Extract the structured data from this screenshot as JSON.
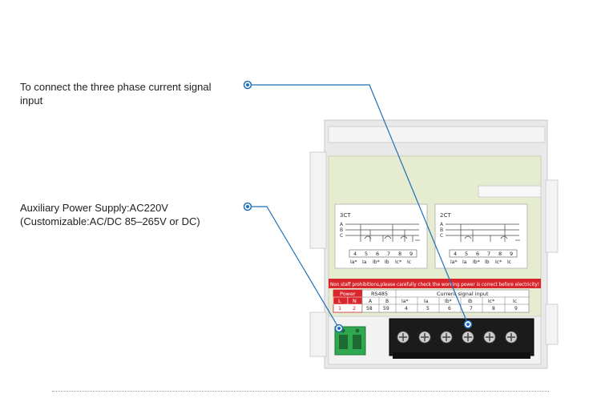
{
  "annotations": {
    "current_signal": {
      "line1": "To connect the three phase current signal",
      "line2": "input"
    },
    "power_supply": {
      "line1": "Auxiliary Power Supply:AC220V",
      "line2": "(Customizable:AC/DC 85–265V or DC)"
    }
  },
  "panel": {
    "diagram_3ct": {
      "title": "3CT",
      "phases": [
        "A",
        "B",
        "C"
      ],
      "terminals": [
        "4",
        "5",
        "6",
        "7",
        "8",
        "9"
      ],
      "labels": [
        "Ia*",
        "Ia",
        "Ib*",
        "Ib",
        "Ic*",
        "Ic"
      ]
    },
    "diagram_2ct": {
      "title": "2CT",
      "phases": [
        "A",
        "B",
        "C"
      ],
      "terminals": [
        "4",
        "5",
        "6",
        "7",
        "8",
        "9"
      ],
      "labels": [
        "Ia*",
        "Ia",
        "Ib*",
        "Ib",
        "Ic*",
        "Ic"
      ]
    },
    "warning": "Non staff prohibitions,please carefully check the working power is correct before electricity!",
    "table": {
      "power_header": "Power",
      "power_cols": [
        "L",
        "N"
      ],
      "power_nums": [
        "1",
        "2"
      ],
      "rs485_header": "RS485",
      "rs485_cols": [
        "A",
        "B"
      ],
      "rs485_nums": [
        "58",
        "59"
      ],
      "current_header": "Current signal input",
      "current_cols": [
        "Ia*",
        "Ia",
        "Ib*",
        "Ib",
        "Ic*",
        "Ic"
      ],
      "current_nums": [
        "4",
        "5",
        "6",
        "7",
        "8",
        "9"
      ]
    }
  },
  "colors": {
    "leader_line": "#1e6fb8",
    "warning_bg": "#d9262c",
    "terminal_green": "#2fa84f",
    "label_panel": "#e6ecd0"
  }
}
